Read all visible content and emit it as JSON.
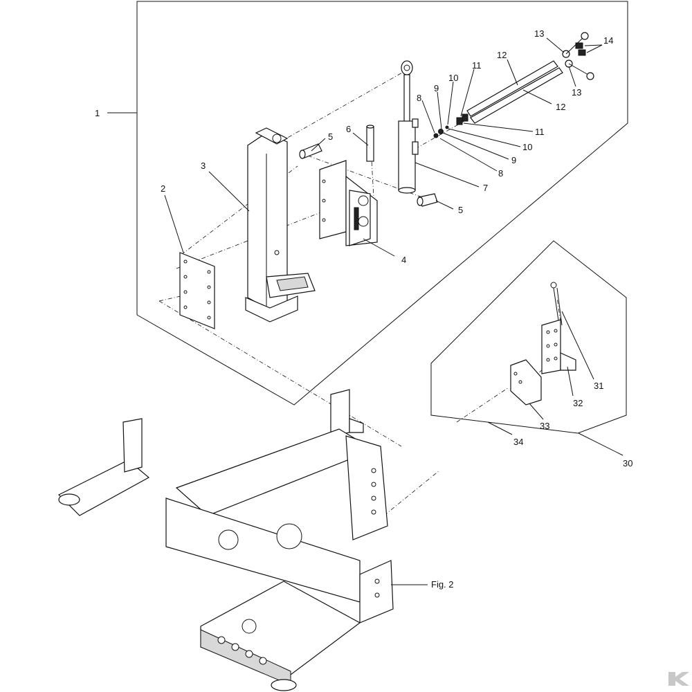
{
  "callouts": {
    "c1": "1",
    "c2": "2",
    "c3": "3",
    "c4": "4",
    "c5a": "5",
    "c5b": "5",
    "c6": "6",
    "c7": "7",
    "c8a": "8",
    "c8b": "8",
    "c9a": "9",
    "c9b": "9",
    "c10a": "10",
    "c10b": "10",
    "c11a": "11",
    "c11b": "11",
    "c12a": "12",
    "c12b": "12",
    "c13a": "13",
    "c13b": "13",
    "c14": "14",
    "c30": "30",
    "c31": "31",
    "c32": "32",
    "c33": "33",
    "c34": "34"
  },
  "figure_label": "Fig. 2",
  "logo_letter": "K"
}
